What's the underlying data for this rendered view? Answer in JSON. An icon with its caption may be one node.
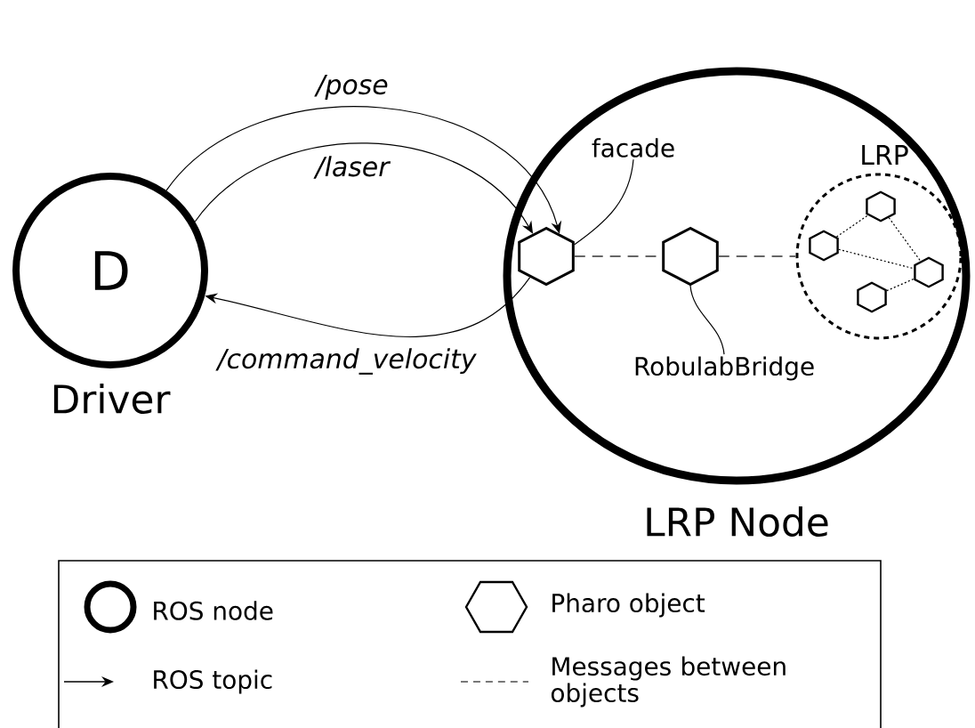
{
  "diagram": {
    "nodes": [
      {
        "text": [
          "D"
        ],
        "beside": [
          "Driver"
        ]
      },
      {
        "text": [],
        "shape": "circle",
        "beside": [
          "LRP Node"
        ]
      },
      {
        "text": [
          "facade"
        ],
        "in": 1
      },
      {
        "text": [],
        "shape": "hexagon",
        "in": 1
      },
      {
        "text": [],
        "shape": "hexagon",
        "in": 1
      },
      {
        "text": [
          "RobulabBridge"
        ],
        "in": 1
      },
      {
        "text": [
          "LRP"
        ],
        "in": 1
      },
      {
        "text": [],
        "shape": "hexagon",
        "in": 6
      },
      {
        "text": [],
        "shape": "hexagon",
        "in": 6
      },
      {
        "text": [],
        "shape": "hexagon",
        "in": 6
      },
      {
        "text": [],
        "shape": "hexagon",
        "in": 6
      }
    ],
    "edges": [
      {
        "from": 0,
        "to": 3,
        "arrow": "to",
        "label": "/pose"
      },
      {
        "from": 0,
        "to": 3,
        "arrow": "to",
        "label": "/laser"
      },
      {
        "from": 3,
        "to": 0,
        "arrow": "to",
        "label": "/command_velocity"
      },
      {
        "from": 3,
        "to": 4,
        "arrow": "none",
        "style": "dashed",
        "color": "#666666"
      },
      {
        "from": 4,
        "to": 6,
        "arrow": "none",
        "style": "dashed",
        "color": "#666666"
      },
      {
        "from": 2,
        "to": 3,
        "arrow": "none"
      },
      {
        "from": 5,
        "to": 4,
        "arrow": "none"
      },
      {
        "from": 8,
        "to": 7,
        "arrow": "none",
        "style": "dashed"
      },
      {
        "from": 8,
        "to": 9,
        "arrow": "none",
        "style": "dashed"
      },
      {
        "from": 7,
        "to": 9,
        "arrow": "none",
        "style": "dashed"
      },
      {
        "from": 10,
        "to": 9,
        "arrow": "none",
        "style": "dashed"
      }
    ],
    "legend": [
      {
        "text": "ROS node"
      },
      {
        "text": "Pharo object"
      },
      {
        "text": "ROS topic"
      },
      {
        "text": "Messages between objects"
      }
    ]
  }
}
